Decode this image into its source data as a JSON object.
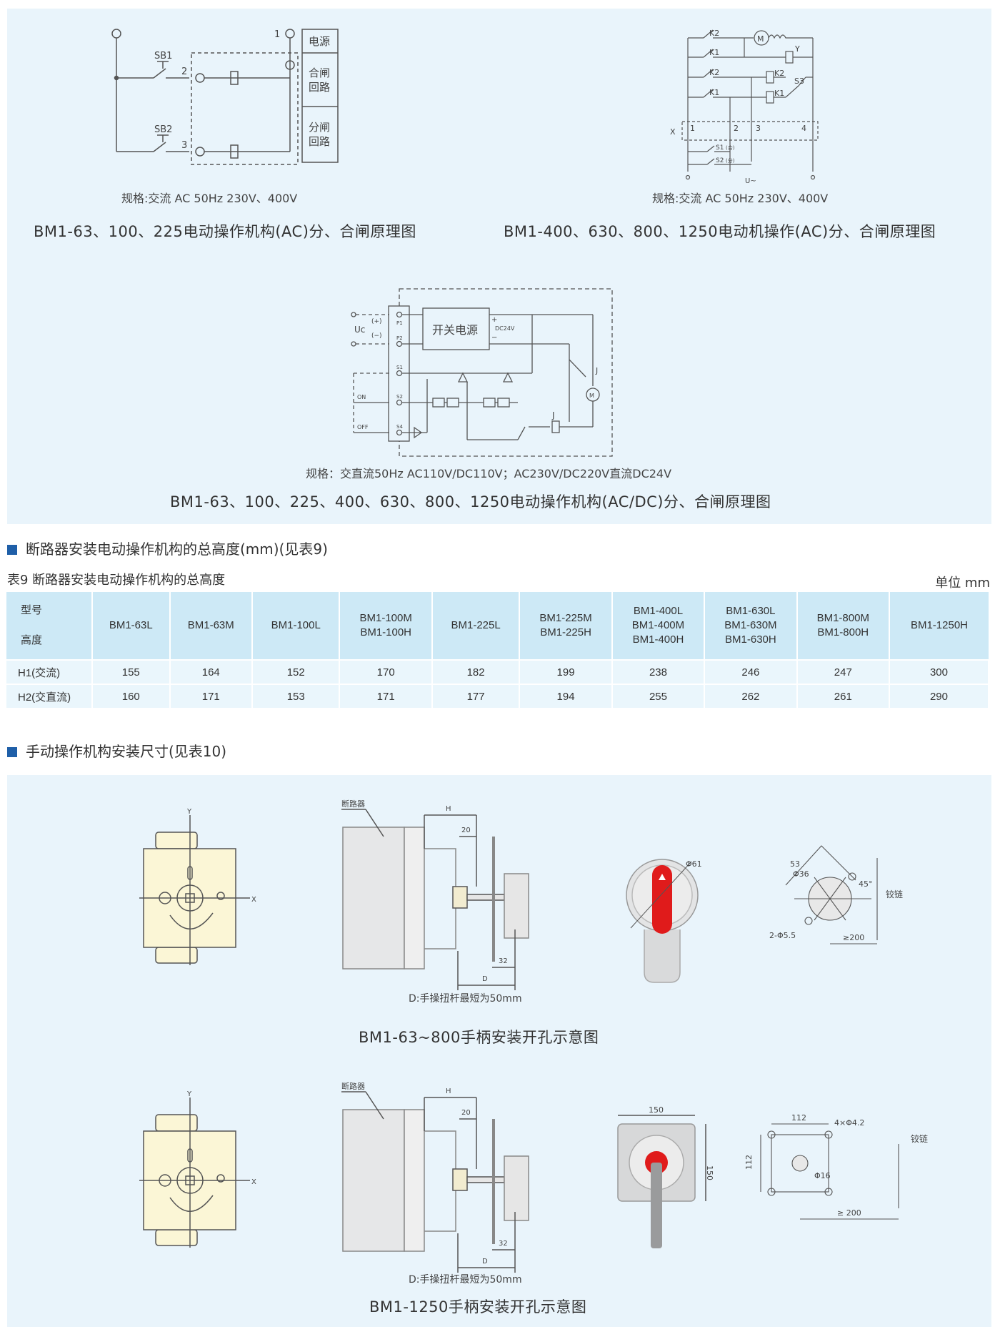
{
  "diagram1": {
    "labels": {
      "sb1": "SB1",
      "sb2": "SB2",
      "t1": "1",
      "t2": "2",
      "t3": "3",
      "power": "电源",
      "close_l1": "合闸",
      "close_l2": "回路",
      "open_l1": "分闸",
      "open_l2": "回路"
    },
    "spec": "规格:交流 AC 50Hz 230V、400V",
    "caption": "BM1-63、100、225电动操作机构(AC)分、合闸原理图"
  },
  "diagram2": {
    "labels": {
      "k2a": "K2",
      "k1a": "K1",
      "k2b": "K2",
      "k1b": "K1",
      "k2c": "K2",
      "k1c": "K1",
      "m": "M",
      "y": "Y",
      "s3": "S3",
      "x": "X",
      "n1": "1",
      "n2": "2",
      "n3": "3",
      "n4": "4",
      "s1": "S1",
      "s2": "S2",
      "s1n": "(合)",
      "s2n": "(分)",
      "u": "U~"
    },
    "spec": "规格:交流 AC 50Hz 230V、400V",
    "caption": "BM1-400、630、800、1250电动机操作(AC)分、合闸原理图"
  },
  "diagram3": {
    "labels": {
      "psu": "开关电源",
      "uc": "Uc",
      "plus": "(+)",
      "minus": "(−)",
      "p1": "P1",
      "p2": "P2",
      "s1": "S1",
      "s2": "S2",
      "s4": "S4",
      "on": "ON",
      "off": "OFF",
      "dc24": "DC24V",
      "j1": "J",
      "j2": "J",
      "m": "M",
      "vp": "+",
      "vm": "−"
    },
    "spec": "规格：交直流50Hz  AC110V/DC110V；AC230V/DC220V直流DC24V",
    "caption": "BM1-63、100、225、400、630、800、1250电动操作机构(AC/DC)分、合闸原理图"
  },
  "section1": {
    "title": "断路器安装电动操作机构的总高度(mm)(见表9)"
  },
  "table9": {
    "title": "表9  断路器安装电动操作机构的总高度",
    "unit": "单位 mm",
    "corner_top": "型号",
    "corner_bottom": "高度",
    "columns": [
      [
        "BM1-63L"
      ],
      [
        "BM1-63M"
      ],
      [
        "BM1-100L"
      ],
      [
        "BM1-100M",
        "BM1-100H"
      ],
      [
        "BM1-225L"
      ],
      [
        "BM1-225M",
        "BM1-225H"
      ],
      [
        "BM1-400L",
        "BM1-400M",
        "BM1-400H"
      ],
      [
        "BM1-630L",
        "BM1-630M",
        "BM1-630H"
      ],
      [
        "BM1-800M",
        "BM1-800H"
      ],
      [
        "BM1-1250H"
      ]
    ],
    "rows": [
      {
        "label": "H1(交流)",
        "values": [
          "155",
          "164",
          "152",
          "170",
          "182",
          "199",
          "238",
          "246",
          "247",
          "300"
        ]
      },
      {
        "label": "H2(交直流)",
        "values": [
          "160",
          "171",
          "153",
          "171",
          "177",
          "194",
          "255",
          "262",
          "261",
          "290"
        ]
      }
    ]
  },
  "section2": {
    "title": "手动操作机构安装尺寸(见表10)"
  },
  "manual1": {
    "labels": {
      "y": "Y",
      "x": "X",
      "breaker": "断路器",
      "h": "H",
      "d20": "20",
      "d32": "32",
      "d": "D",
      "phi61": "Φ61",
      "d53": "53",
      "phi36": "Φ36",
      "deg45": "45°",
      "holes": "2-Φ5.5",
      "hinge": "铰链",
      "min200": "≥200"
    },
    "note": "D:手操扭杆最短为50mm",
    "caption": "BM1-63~800手柄安装开孔示意图"
  },
  "manual2": {
    "labels": {
      "y": "Y",
      "x": "X",
      "breaker": "断路器",
      "h": "H",
      "d20": "20",
      "d32": "32",
      "d": "D",
      "w150": "150",
      "h150": "150",
      "w112": "112",
      "h112": "112",
      "holes": "4×Φ4.2",
      "phi16": "Φ16",
      "hinge": "铰链",
      "min200": "≥ 200"
    },
    "note": "D:手操扭杆最短为50mm",
    "caption": "BM1-1250手柄安装开孔示意图"
  },
  "colors": {
    "panel": "#e9f4fb",
    "header": "#cde9f6",
    "row": "#eaf6fc",
    "accent": "#1f5fa8",
    "handle_red": "#e01b1b",
    "plate": "#fbf6d6"
  }
}
